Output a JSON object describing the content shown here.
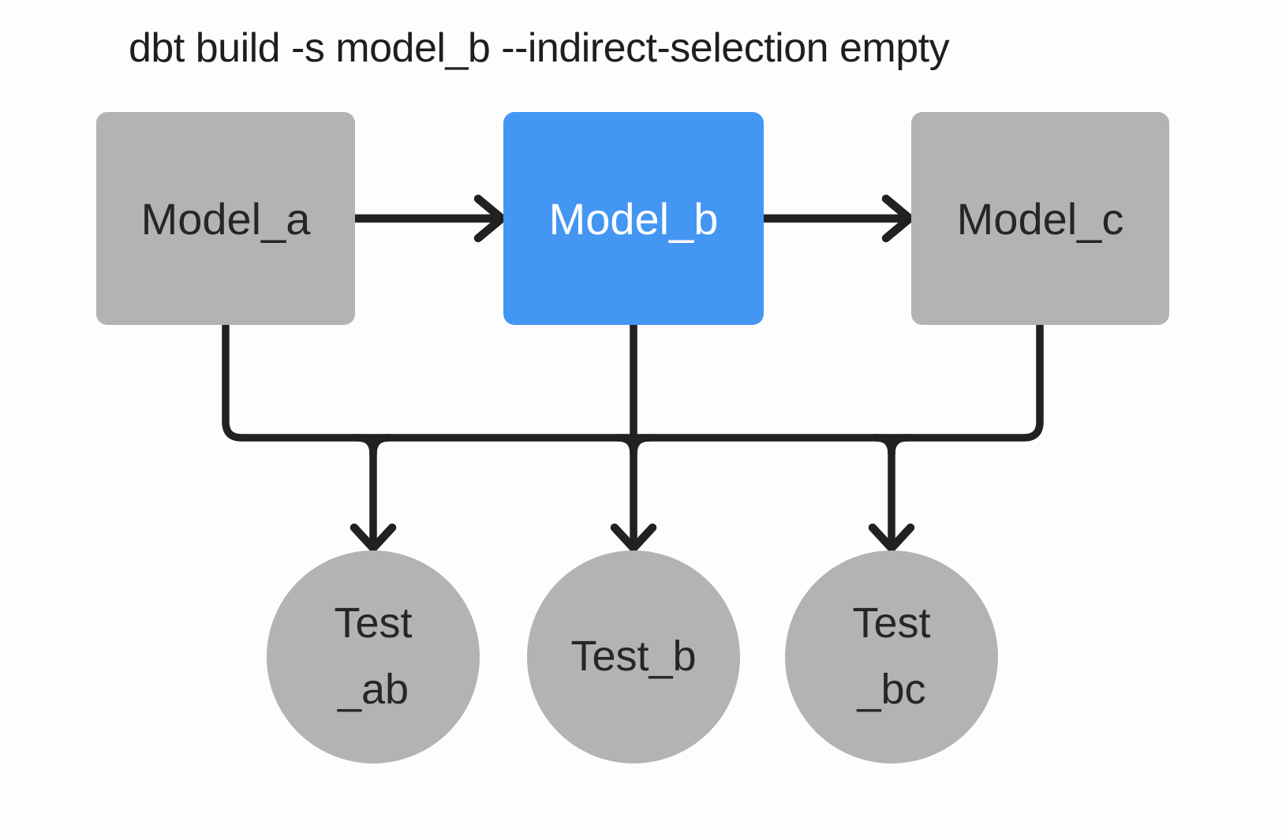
{
  "title": "dbt build -s model_b --indirect-selection empty",
  "nodes": {
    "model_a": {
      "label": "Model_a",
      "kind": "model",
      "highlighted": false
    },
    "model_b": {
      "label": "Model_b",
      "kind": "model",
      "highlighted": true
    },
    "model_c": {
      "label": "Model_c",
      "kind": "model",
      "highlighted": false
    },
    "test_ab": {
      "label": "Test_ab",
      "lines": [
        "Test",
        "_ab"
      ],
      "kind": "test",
      "highlighted": false
    },
    "test_b": {
      "label": "Test_b",
      "lines": [
        "Test_b"
      ],
      "kind": "test",
      "highlighted": false
    },
    "test_bc": {
      "label": "Test_bc",
      "lines": [
        "Test",
        "_bc"
      ],
      "kind": "test",
      "highlighted": false
    }
  },
  "edges": [
    {
      "from": "Model_a",
      "to": "Model_b"
    },
    {
      "from": "Model_b",
      "to": "Model_c"
    },
    {
      "from": "Model_a",
      "to": "Test_ab"
    },
    {
      "from": "Model_b",
      "to": "Test_ab"
    },
    {
      "from": "Model_b",
      "to": "Test_b"
    },
    {
      "from": "Model_b",
      "to": "Test_bc"
    },
    {
      "from": "Model_c",
      "to": "Test_bc"
    }
  ],
  "colors": {
    "background": "#fdfdfd",
    "title_text": "#1e1e1e",
    "node_default": "#b3b3b3",
    "node_selected": "#4496f3",
    "text_dark": "#262626",
    "text_on_selected": "#ffffff",
    "connector": "#212121"
  }
}
